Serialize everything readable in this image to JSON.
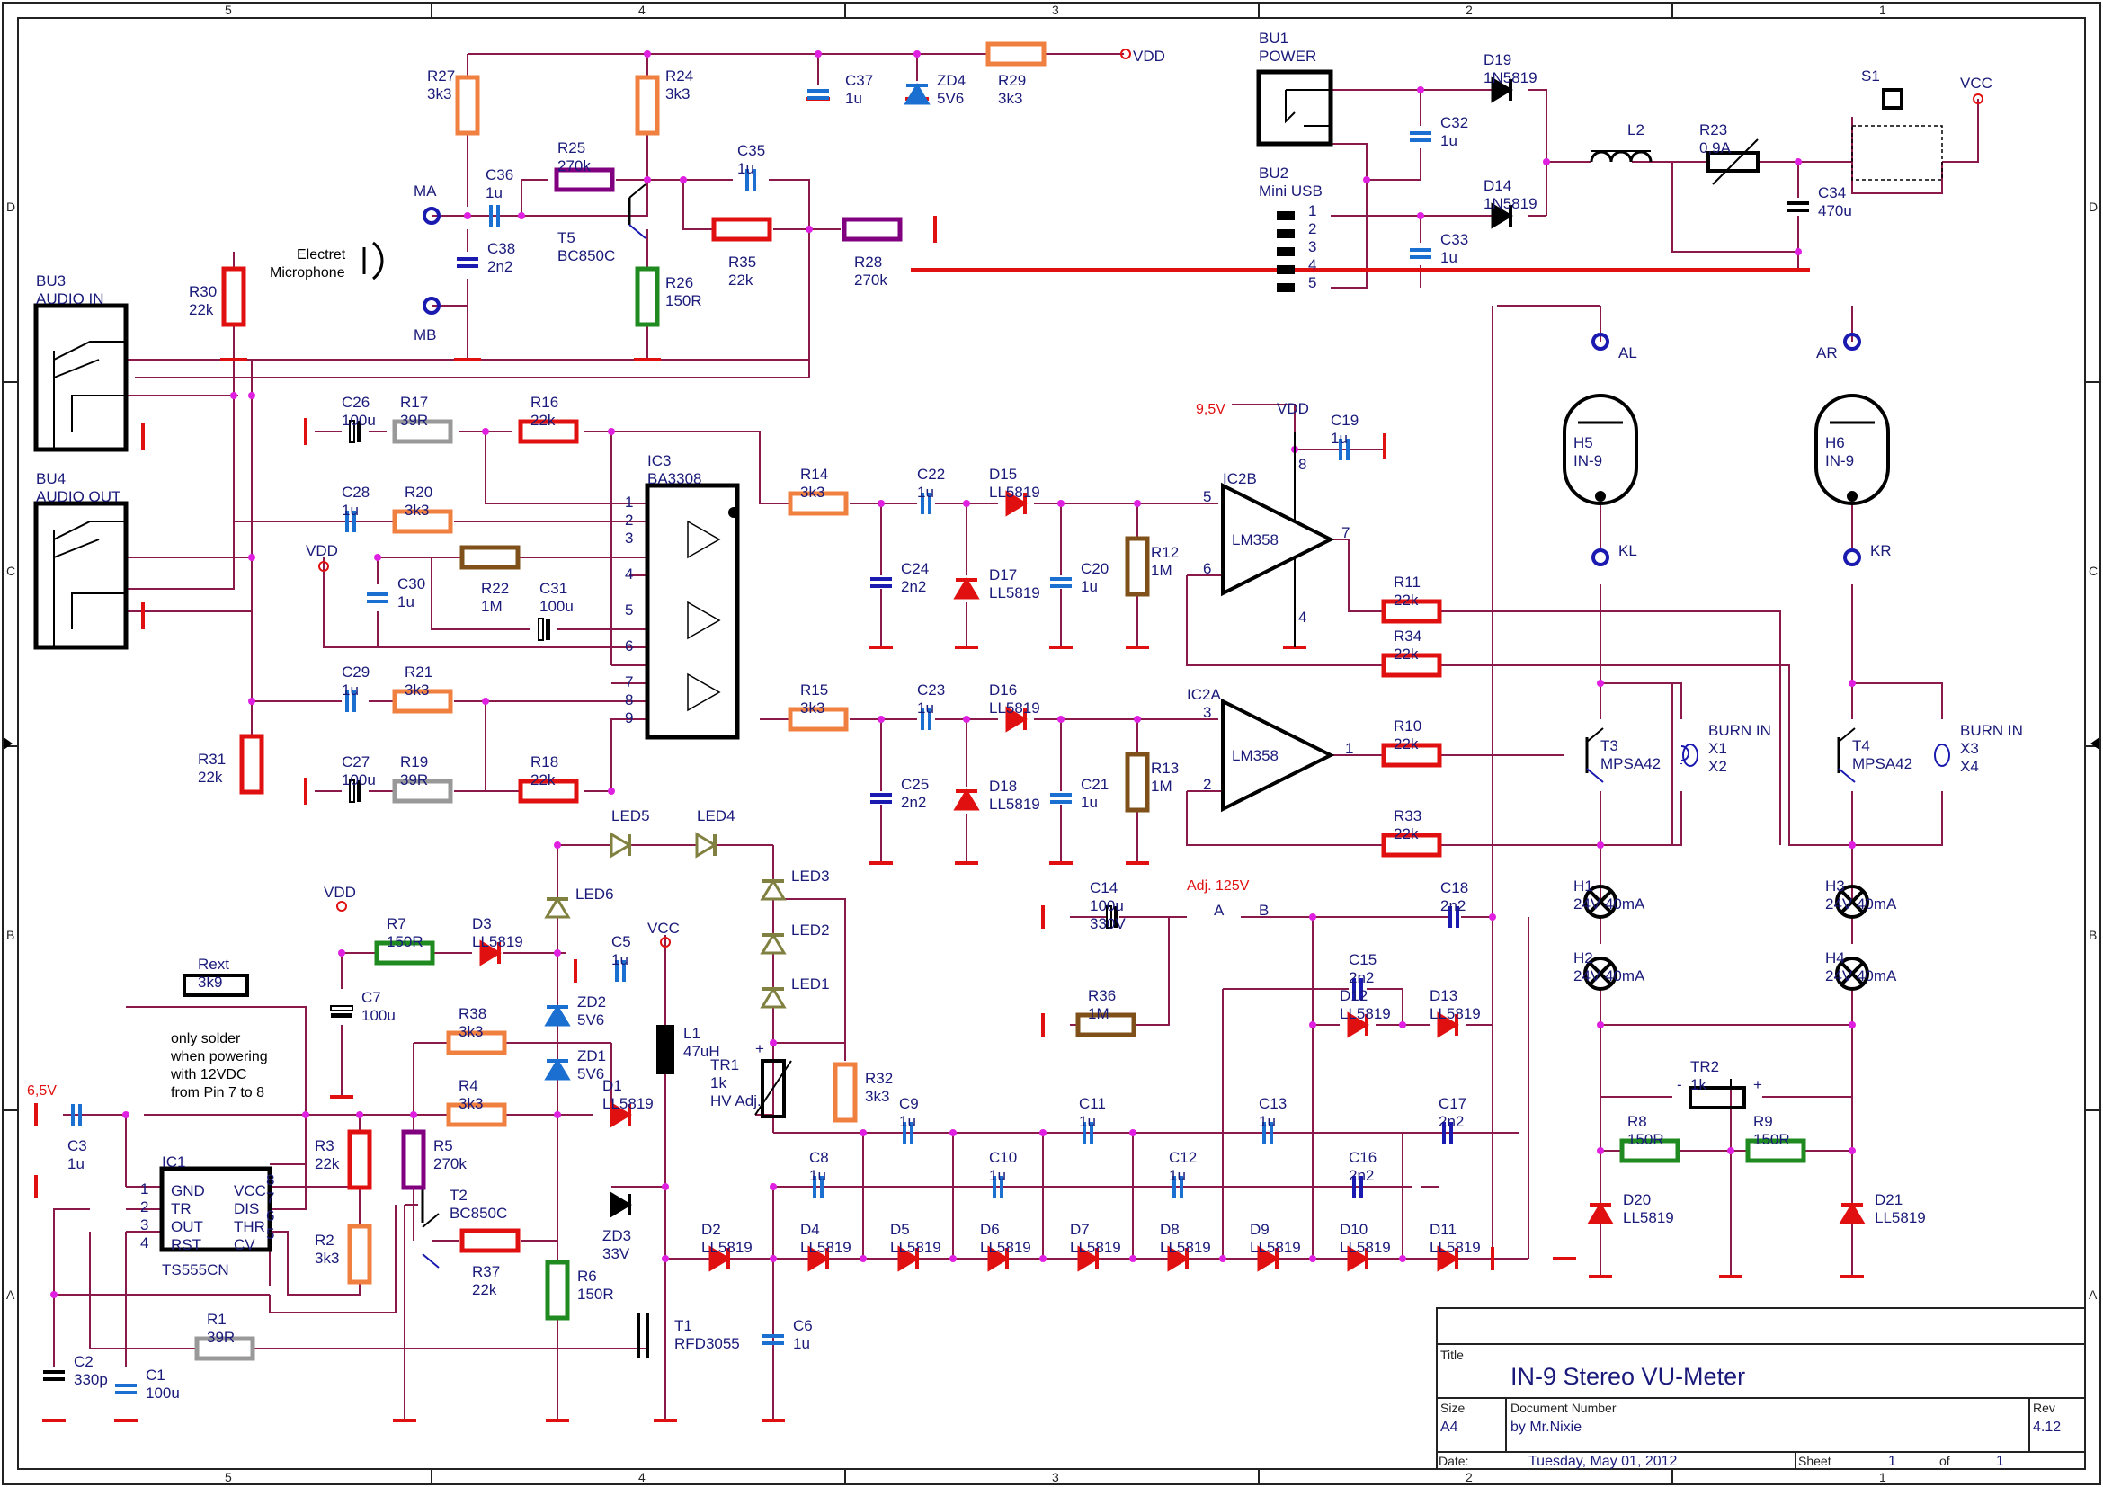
{
  "frame": {
    "top_cols": [
      "5",
      "4",
      "3",
      "2",
      "1"
    ],
    "bottom_cols": [
      "5",
      "4",
      "3",
      "2",
      "1"
    ],
    "rows_left": [
      "D",
      "C",
      "B",
      "A"
    ],
    "rows_right": [
      "D",
      "C",
      "B",
      "A"
    ]
  },
  "title_block": {
    "title_label": "Title",
    "title": "IN-9 Stereo VU-Meter",
    "size_label": "Size",
    "size": "A4",
    "docnum_label": "Document Number",
    "docnum": "by Mr.Nixie",
    "rev_label": "Rev",
    "rev": "4.12",
    "date_label": "Date:",
    "date": "Tuesday, May 01, 2012",
    "sheet_label": "Sheet",
    "sheet": "1",
    "of_label": "of",
    "of": "1"
  },
  "nets": {
    "vdd": "VDD",
    "vcc": "VCC",
    "v95": "9,5V",
    "v65": "6,5V",
    "adj125": "Adj. 125V",
    "ma": "MA",
    "mb": "MB",
    "al": "AL",
    "ar": "AR",
    "kl": "KL",
    "kr": "KR"
  },
  "connectors": {
    "bu1": {
      "name": "BU1",
      "desc": "POWER"
    },
    "bu2": {
      "name": "BU2",
      "desc": "Mini USB",
      "pins": [
        "1",
        "2",
        "3",
        "4",
        "5"
      ]
    },
    "bu3": {
      "name": "BU3",
      "desc": "AUDIO IN"
    },
    "bu4": {
      "name": "BU4",
      "desc": "AUDIO OUT"
    },
    "mic": {
      "line1": "Electret",
      "line2": "Microphone"
    }
  },
  "ic3": {
    "name": "IC3",
    "part": "BA3308",
    "pins": [
      "1",
      "2",
      "3",
      "4",
      "5",
      "6",
      "7",
      "8",
      "9"
    ]
  },
  "ic2b": {
    "name": "IC2B",
    "part": "LM358",
    "pin_p": "5",
    "pin_n": "6",
    "pin_out": "7",
    "pin_vcc": "8",
    "pin_gnd": "4"
  },
  "ic2a": {
    "name": "IC2A",
    "part": "LM358",
    "pin_p": "3",
    "pin_n": "2",
    "pin_out": "1"
  },
  "ic1": {
    "name": "IC1",
    "part": "TS555CN",
    "left": [
      "GND",
      "TR",
      "OUT",
      "RST"
    ],
    "right": [
      "VCC",
      "DIS",
      "THR",
      "CV"
    ],
    "pins_l": [
      "1",
      "2",
      "3",
      "4"
    ],
    "pins_r": [
      "8",
      "7",
      "6",
      "5"
    ]
  },
  "tubes": {
    "h5": {
      "name": "H5",
      "part": "IN-9"
    },
    "h6": {
      "name": "H6",
      "part": "IN-9"
    }
  },
  "burn": {
    "label": "BURN IN",
    "x1": "X1",
    "x2": "X2",
    "x3": "X3",
    "x4": "X4"
  },
  "rext": {
    "name": "Rext",
    "value": "3k9",
    "note": [
      "only solder",
      "when powering",
      "with 12VDC",
      "from Pin 7 to 8"
    ]
  },
  "pot_pins": {
    "minus": "-",
    "plus": "+",
    "a": "A",
    "b": "B"
  },
  "components": [
    {
      "id": "R27",
      "name": "R27",
      "value": "3k3"
    },
    {
      "id": "R24",
      "name": "R24",
      "value": "3k3"
    },
    {
      "id": "R25",
      "name": "R25",
      "value": "270k"
    },
    {
      "id": "C36",
      "name": "C36",
      "value": "1u"
    },
    {
      "id": "C38",
      "name": "C38",
      "value": "2n2"
    },
    {
      "id": "T5",
      "name": "T5",
      "value": "BC850C"
    },
    {
      "id": "R26",
      "name": "R26",
      "value": "150R"
    },
    {
      "id": "C35",
      "name": "C35",
      "value": "1u"
    },
    {
      "id": "R35",
      "name": "R35",
      "value": "22k"
    },
    {
      "id": "R28",
      "name": "R28",
      "value": "270k"
    },
    {
      "id": "C37",
      "name": "C37",
      "value": "1u"
    },
    {
      "id": "ZD4",
      "name": "ZD4",
      "value": "5V6"
    },
    {
      "id": "R29",
      "name": "R29",
      "value": "3k3"
    },
    {
      "id": "R30",
      "name": "R30",
      "value": "22k"
    },
    {
      "id": "C32",
      "name": "C32",
      "value": "1u"
    },
    {
      "id": "C33",
      "name": "C33",
      "value": "1u"
    },
    {
      "id": "D19",
      "name": "D19",
      "value": "1N5819"
    },
    {
      "id": "D14",
      "name": "D14",
      "value": "1N5819"
    },
    {
      "id": "L2",
      "name": "L2",
      "value": ""
    },
    {
      "id": "R23",
      "name": "R23",
      "value": "0,9A"
    },
    {
      "id": "C34",
      "name": "C34",
      "value": "470u"
    },
    {
      "id": "S1",
      "name": "S1",
      "value": ""
    },
    {
      "id": "C26",
      "name": "C26",
      "value": "100u"
    },
    {
      "id": "R17",
      "name": "R17",
      "value": "39R"
    },
    {
      "id": "R16",
      "name": "R16",
      "value": "22k"
    },
    {
      "id": "C28",
      "name": "C28",
      "value": "1u"
    },
    {
      "id": "R20",
      "name": "R20",
      "value": "3k3"
    },
    {
      "id": "R22",
      "name": "R22",
      "value": "1M"
    },
    {
      "id": "C31",
      "name": "C31",
      "value": "100u"
    },
    {
      "id": "C30",
      "name": "C30",
      "value": "1u"
    },
    {
      "id": "C29",
      "name": "C29",
      "value": "1u"
    },
    {
      "id": "R21",
      "name": "R21",
      "value": "3k3"
    },
    {
      "id": "C27",
      "name": "C27",
      "value": "100u"
    },
    {
      "id": "R19",
      "name": "R19",
      "value": "39R"
    },
    {
      "id": "R18",
      "name": "R18",
      "value": "22k"
    },
    {
      "id": "R31",
      "name": "R31",
      "value": "22k"
    },
    {
      "id": "R14",
      "name": "R14",
      "value": "3k3"
    },
    {
      "id": "C22",
      "name": "C22",
      "value": "1u"
    },
    {
      "id": "D15",
      "name": "D15",
      "value": "LL5819"
    },
    {
      "id": "C24",
      "name": "C24",
      "value": "2n2"
    },
    {
      "id": "D17",
      "name": "D17",
      "value": "LL5819"
    },
    {
      "id": "C20",
      "name": "C20",
      "value": "1u"
    },
    {
      "id": "R12",
      "name": "R12",
      "value": "1M"
    },
    {
      "id": "C19",
      "name": "C19",
      "value": "1u"
    },
    {
      "id": "R15",
      "name": "R15",
      "value": "3k3"
    },
    {
      "id": "C23",
      "name": "C23",
      "value": "1u"
    },
    {
      "id": "D16",
      "name": "D16",
      "value": "LL5819"
    },
    {
      "id": "C25",
      "name": "C25",
      "value": "2n2"
    },
    {
      "id": "D18",
      "name": "D18",
      "value": "LL5819"
    },
    {
      "id": "C21",
      "name": "C21",
      "value": "1u"
    },
    {
      "id": "R13",
      "name": "R13",
      "value": "1M"
    },
    {
      "id": "R11",
      "name": "R11",
      "value": "22k"
    },
    {
      "id": "R34",
      "name": "R34",
      "value": "22k"
    },
    {
      "id": "R10",
      "name": "R10",
      "value": "22k"
    },
    {
      "id": "R33",
      "name": "R33",
      "value": "22k"
    },
    {
      "id": "T3",
      "name": "T3",
      "value": "MPSA42"
    },
    {
      "id": "T4",
      "name": "T4",
      "value": "MPSA42"
    },
    {
      "id": "H1",
      "name": "H1",
      "value": "24V 40mA"
    },
    {
      "id": "H2",
      "name": "H2",
      "value": "24V 40mA"
    },
    {
      "id": "H3",
      "name": "H3",
      "value": "24V 40mA"
    },
    {
      "id": "H4",
      "name": "H4",
      "value": "24V 40mA"
    },
    {
      "id": "TR2",
      "name": "TR2",
      "value": "1k"
    },
    {
      "id": "R8",
      "name": "R8",
      "value": "150R"
    },
    {
      "id": "R9",
      "name": "R9",
      "value": "150R"
    },
    {
      "id": "D20",
      "name": "D20",
      "value": "LL5819"
    },
    {
      "id": "D21",
      "name": "D21",
      "value": "LL5819"
    },
    {
      "id": "C14",
      "name": "C14",
      "value": "100u",
      "value2": "330V"
    },
    {
      "id": "C18",
      "name": "C18",
      "value": "2n2"
    },
    {
      "id": "R36",
      "name": "R36",
      "value": "1M"
    },
    {
      "id": "C15",
      "name": "C15",
      "value": "2n2"
    },
    {
      "id": "D12",
      "name": "D12",
      "value": "LL5819"
    },
    {
      "id": "D13",
      "name": "D13",
      "value": "LL5819"
    },
    {
      "id": "LED5",
      "name": "LED5",
      "value": ""
    },
    {
      "id": "LED4",
      "name": "LED4",
      "value": ""
    },
    {
      "id": "LED6",
      "name": "LED6",
      "value": ""
    },
    {
      "id": "LED3",
      "name": "LED3",
      "value": ""
    },
    {
      "id": "LED2",
      "name": "LED2",
      "value": ""
    },
    {
      "id": "LED1",
      "name": "LED1",
      "value": ""
    },
    {
      "id": "R7",
      "name": "R7",
      "value": "150R"
    },
    {
      "id": "D3",
      "name": "D3",
      "value": "LL5819"
    },
    {
      "id": "C7",
      "name": "C7",
      "value": "100u"
    },
    {
      "id": "C5",
      "name": "C5",
      "value": "1u"
    },
    {
      "id": "ZD2",
      "name": "ZD2",
      "value": "5V6"
    },
    {
      "id": "ZD1",
      "name": "ZD1",
      "value": "5V6"
    },
    {
      "id": "L1",
      "name": "L1",
      "value": "47uH"
    },
    {
      "id": "TR1",
      "name": "TR1",
      "value": "1k",
      "value2": "HV Adj."
    },
    {
      "id": "R32",
      "name": "R32",
      "value": "3k3"
    },
    {
      "id": "R38",
      "name": "R38",
      "value": "3k3"
    },
    {
      "id": "R4",
      "name": "R4",
      "value": "3k3"
    },
    {
      "id": "D1",
      "name": "D1",
      "value": "LL5819"
    },
    {
      "id": "C3",
      "name": "C3",
      "value": "1u"
    },
    {
      "id": "R3",
      "name": "R3",
      "value": "22k"
    },
    {
      "id": "R5",
      "name": "R5",
      "value": "270k"
    },
    {
      "id": "T2",
      "name": "T2",
      "value": "BC850C"
    },
    {
      "id": "ZD3",
      "name": "ZD3",
      "value": "33V"
    },
    {
      "id": "R2",
      "name": "R2",
      "value": "3k3"
    },
    {
      "id": "R37",
      "name": "R37",
      "value": "22k"
    },
    {
      "id": "R6",
      "name": "R6",
      "value": "150R"
    },
    {
      "id": "T1",
      "name": "T1",
      "value": "RFD3055"
    },
    {
      "id": "R1",
      "name": "R1",
      "value": "39R"
    },
    {
      "id": "C2",
      "name": "C2",
      "value": "330p"
    },
    {
      "id": "C1",
      "name": "C1",
      "value": "100u"
    },
    {
      "id": "C6",
      "name": "C6",
      "value": "1u"
    },
    {
      "id": "C9",
      "name": "C9",
      "value": "1u"
    },
    {
      "id": "C11",
      "name": "C11",
      "value": "1u"
    },
    {
      "id": "C13",
      "name": "C13",
      "value": "1u"
    },
    {
      "id": "C17",
      "name": "C17",
      "value": "2n2"
    },
    {
      "id": "C8",
      "name": "C8",
      "value": "1u"
    },
    {
      "id": "C10",
      "name": "C10",
      "value": "1u"
    },
    {
      "id": "C12",
      "name": "C12",
      "value": "1u"
    },
    {
      "id": "C16",
      "name": "C16",
      "value": "2n2"
    },
    {
      "id": "D2",
      "name": "D2",
      "value": "LL5819"
    },
    {
      "id": "D4",
      "name": "D4",
      "value": "LL5819"
    },
    {
      "id": "D5",
      "name": "D5",
      "value": "LL5819"
    },
    {
      "id": "D6",
      "name": "D6",
      "value": "LL5819"
    },
    {
      "id": "D7",
      "name": "D7",
      "value": "LL5819"
    },
    {
      "id": "D8",
      "name": "D8",
      "value": "LL5819"
    },
    {
      "id": "D9",
      "name": "D9",
      "value": "LL5819"
    },
    {
      "id": "D10",
      "name": "D10",
      "value": "LL5819"
    },
    {
      "id": "D11",
      "name": "D11",
      "value": "LL5819"
    }
  ]
}
